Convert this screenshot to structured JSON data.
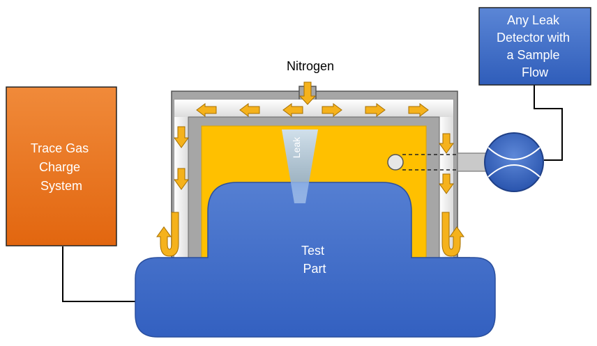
{
  "labels": {
    "nitrogen": "Nitrogen",
    "leak": "Leak",
    "trace_gas": [
      "Trace Gas",
      "Charge",
      "System"
    ],
    "leak_detector": [
      "Any Leak",
      "Detector with",
      "a Sample",
      "Flow"
    ],
    "test_part": [
      "Test",
      "Part"
    ]
  },
  "colors": {
    "trace_gas_box": "#E8741E",
    "detector_box": "#3E6FC8",
    "test_part": "#3E6FC8",
    "chamber_fill": "#FFC000",
    "arrow_fill": "#F5B21C",
    "enclosure": "#A6A6A6",
    "flow_meter": "#3E6FC8"
  }
}
